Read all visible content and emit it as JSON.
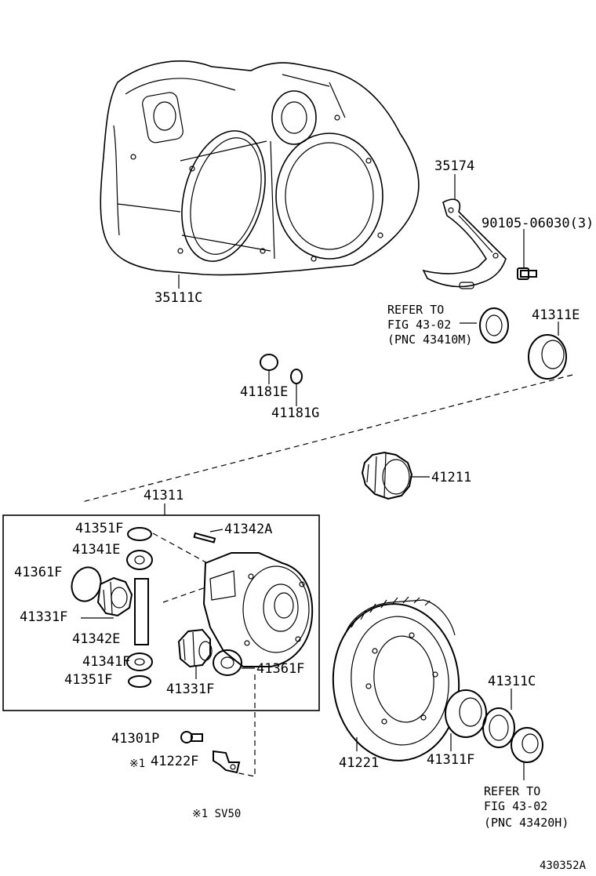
{
  "diagram": {
    "labels": {
      "p35111C": "35111C",
      "p35174": "35174",
      "p90105": "90105-06030(3)",
      "ref1_line1": "REFER TO",
      "ref1_line2": "FIG 43-02",
      "ref1_line3": "(PNC 43410M)",
      "p41311E": "41311E",
      "p41181E": "41181E",
      "p41181G": "41181G",
      "p41211": "41211",
      "p41311": "41311",
      "p41351F_top": "41351F",
      "p41342A": "41342A",
      "p41341E": "41341E",
      "p41361F_left": "41361F",
      "p41331F_left": "41331F",
      "p41342E": "41342E",
      "p41341F": "41341F",
      "p41351F_bottom": "41351F",
      "p41331F_bottom": "41331F",
      "p41361F_right": "41361F",
      "p41301P": "41301P",
      "p41222F": "41222F",
      "star_mark": "※1",
      "p41221": "41221",
      "p41311C": "41311C",
      "p41311F": "41311F",
      "ref2_line1": "REFER TO",
      "ref2_line2": "FIG 43-02",
      "ref2_line3": "(PNC 43420H)",
      "footnote": "※1 SV50",
      "figure_id": "430352A"
    }
  }
}
